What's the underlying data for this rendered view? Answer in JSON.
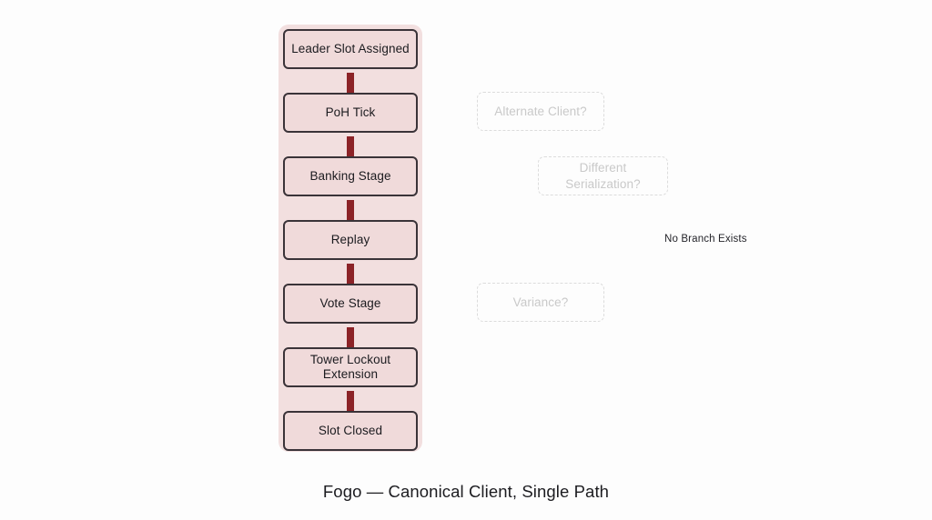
{
  "caption": "Fogo — Canonical Client, Single Path",
  "colors": {
    "background": "#fdfdfd",
    "container_fill": "#f2dfdf",
    "stage_fill": "#f0dada",
    "stage_border": "#3a3338",
    "connector": "#8c2327",
    "ghost_border": "#dcdcdc",
    "ghost_text": "#c9c9c9",
    "text": "#1b1b1f"
  },
  "pipeline": {
    "name": "canonical-client-path",
    "stages": [
      {
        "label": "Leader Slot Assigned",
        "lines": 1
      },
      {
        "label": "PoH Tick",
        "lines": 1
      },
      {
        "label": "Banking Stage",
        "lines": 1
      },
      {
        "label": "Replay",
        "lines": 1
      },
      {
        "label": "Vote Stage",
        "lines": 1
      },
      {
        "label": "Tower Lockout Extension",
        "lines": 2
      },
      {
        "label": "Slot Closed",
        "lines": 1
      }
    ]
  },
  "ghost_boxes": [
    {
      "label": "Alternate Client?"
    },
    {
      "label": "Different Serialization?"
    },
    {
      "label": "Variance?"
    }
  ],
  "annotations": [
    {
      "label": "No Branch Exists"
    }
  ]
}
